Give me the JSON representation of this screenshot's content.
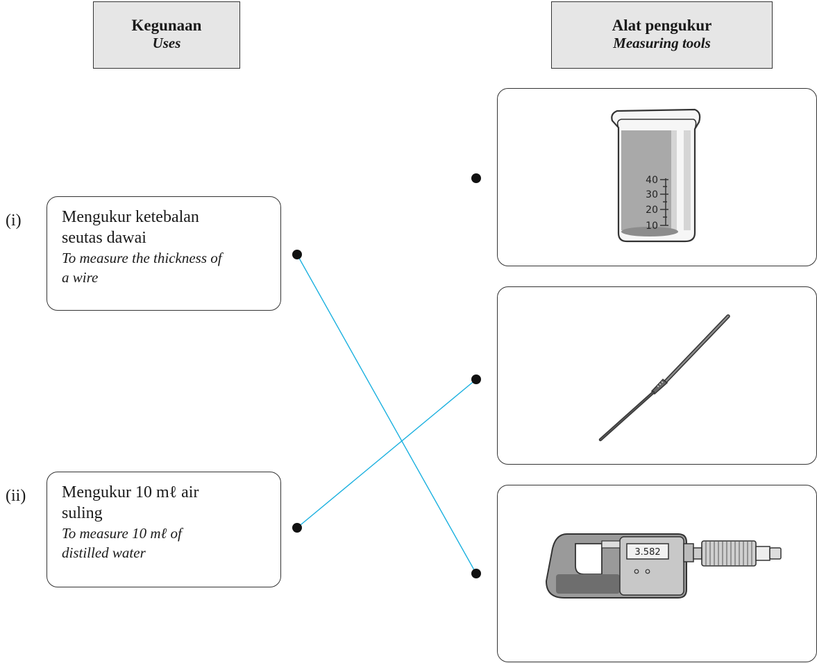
{
  "headers": {
    "uses": {
      "main": "Kegunaan",
      "sub": "Uses"
    },
    "tools": {
      "main": "Alat pengukur",
      "sub": "Measuring tools"
    }
  },
  "uses": [
    {
      "numeral": "(i)",
      "malay": [
        "Mengukur ketebalan",
        "seutas dawai"
      ],
      "english": [
        "To measure the thickness of",
        "a wire"
      ]
    },
    {
      "numeral": "(ii)",
      "malay": [
        "Mengukur 10 mℓ air",
        "suling"
      ],
      "english": [
        "To measure 10 mℓ of",
        "distilled water"
      ]
    }
  ],
  "tools": [
    {
      "name": "beaker-icon",
      "scale_labels": [
        "40",
        "30",
        "20",
        "10"
      ]
    },
    {
      "name": "thermometer-icon"
    },
    {
      "name": "micrometer-icon",
      "display_value": "3.582"
    }
  ],
  "connections": [
    {
      "from_use": 0,
      "to_tool": 2
    },
    {
      "from_use": 1,
      "to_tool": 1
    }
  ],
  "colors": {
    "connector_line": "#1ab0df",
    "header_fill": "#e6e6e6"
  }
}
